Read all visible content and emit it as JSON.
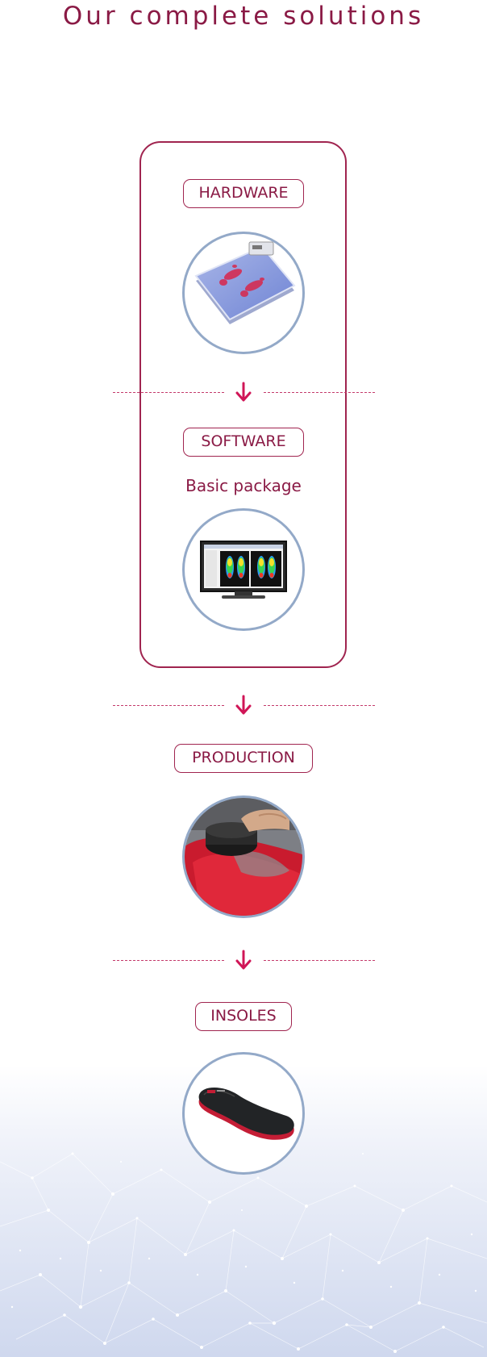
{
  "page": {
    "title": "Our complete solutions"
  },
  "steps": [
    {
      "label": "HARDWARE",
      "image": "pressure-plate-image"
    },
    {
      "label": "SOFTWARE",
      "subtitle": "Basic package",
      "image": "monitor-software-image"
    },
    {
      "label": "PRODUCTION",
      "image": "insole-production-image"
    },
    {
      "label": "INSOLES",
      "image": "insole-image"
    }
  ],
  "colors": {
    "brand": "#8a1a45",
    "border": "#a0244f",
    "arrow": "#d01657",
    "circle_border": "#93a9c8"
  },
  "icons": {
    "arrow": "arrow-down-icon"
  }
}
